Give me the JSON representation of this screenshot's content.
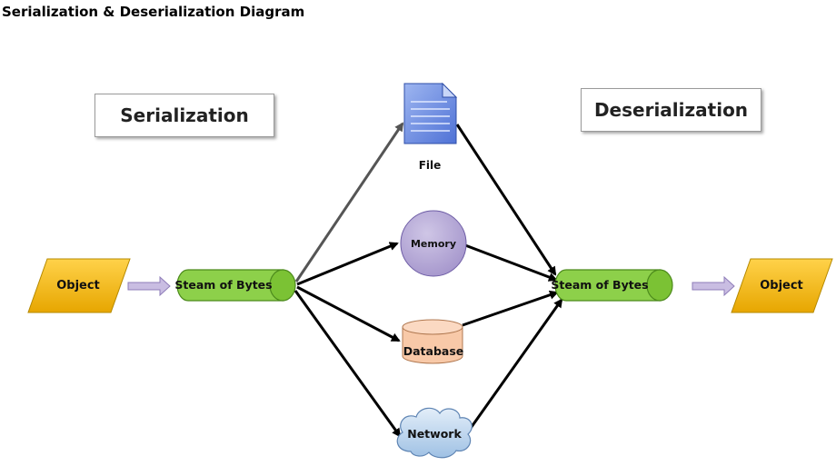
{
  "title": "Serialization & Deserialization Diagram",
  "banners": {
    "serialization": "Serialization",
    "deserialization": "Deserialization"
  },
  "nodes": {
    "object_left": "Object",
    "stream_left": "Steam of Bytes",
    "file": "File",
    "memory": "Memory",
    "database": "Database",
    "network": "Network",
    "stream_right": "Steam of Bytes",
    "object_right": "Object"
  },
  "colors": {
    "object_fill": "#f5b800",
    "stream_fill": "#8dd04a",
    "memory_fill": "#b4a7d6",
    "database_fill": "#f8c9a8",
    "network_fill": "#b8d4ee",
    "file_fill": "#6d8fe0",
    "hollow_arrow": "#b6a6d4"
  }
}
